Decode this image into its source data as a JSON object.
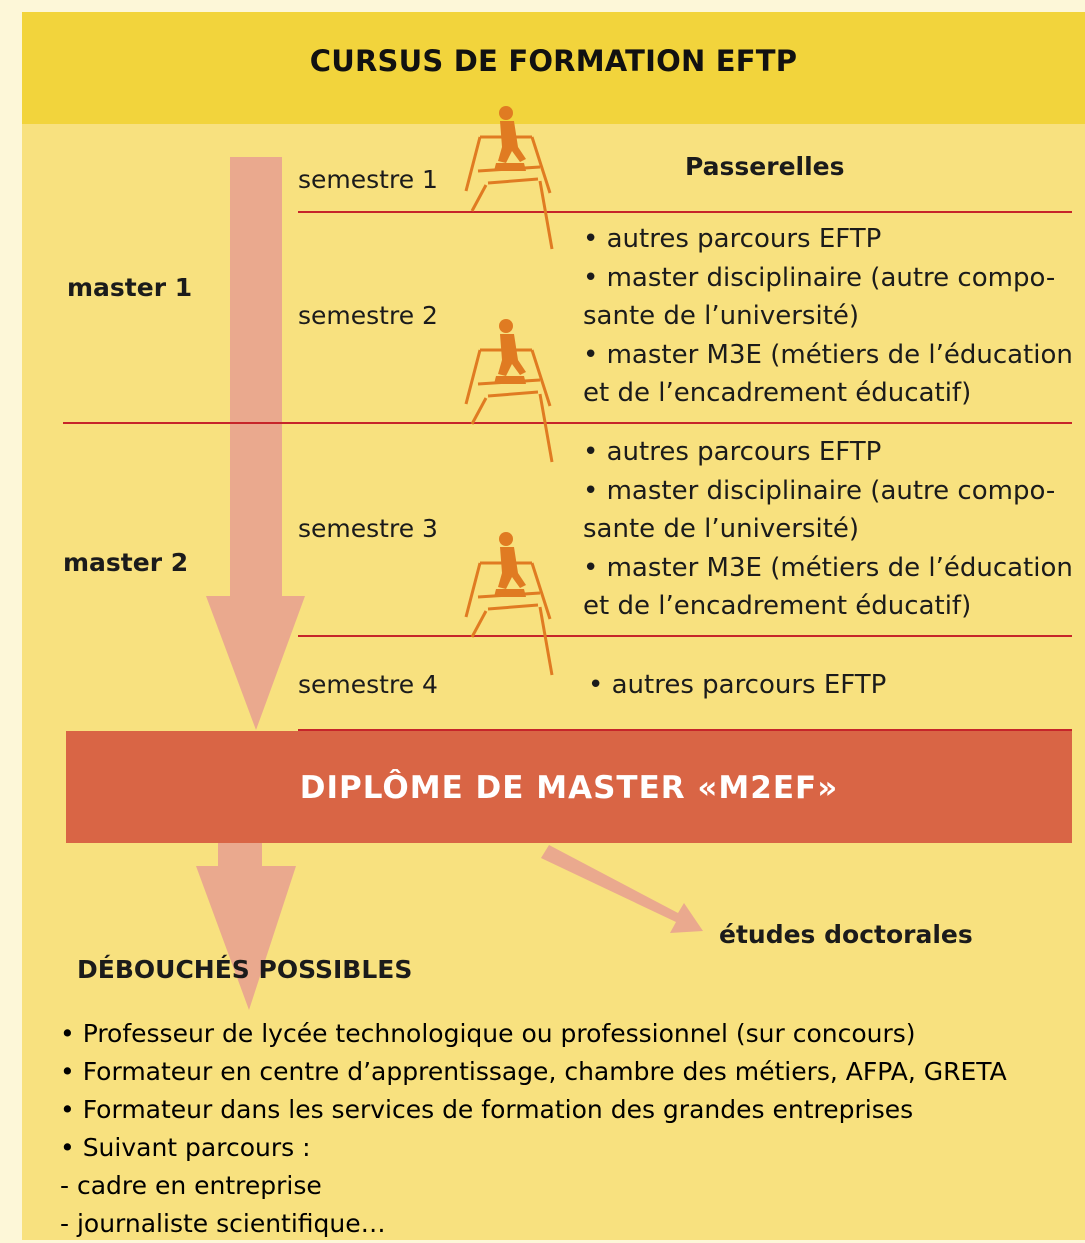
{
  "header": {
    "title": "CURSUS DE FORMATION EFTP"
  },
  "levels": {
    "master1": "master 1",
    "master2": "master 2"
  },
  "semesters": [
    "semestre 1",
    "semestre 2",
    "semestre 3",
    "semestre 4"
  ],
  "passerelles": {
    "title": "Passerelles",
    "block1": [
      "• autres parcours EFTP",
      "• master disciplinaire (autre compo-",
      "sante de l’université)",
      "• master M3E (métiers de l’éducation",
      "et de l’encadrement éducatif)"
    ],
    "block2": [
      "• autres parcours EFTP",
      "• master disciplinaire (autre compo-",
      "sante de l’université)",
      "• master M3E (métiers de l’éducation",
      "et de l’encadrement éducatif)"
    ],
    "block3": "• autres parcours EFTP"
  },
  "diploma": {
    "label": "DIPLÔME DE MASTER «M2EF»"
  },
  "doctoral": {
    "label": "études doctorales"
  },
  "debouches": {
    "title": "DÉBOUCHÉS POSSIBLES",
    "items": [
      "• Professeur de lycée technologique ou professionnel (sur concours)",
      "• Formateur en centre d’apprentissage, chambre des métiers, AFPA, GRETA",
      "• Formateur dans les services de formation des grandes entreprises",
      "• Suivant parcours :",
      " - cadre en entreprise",
      " - journaliste scientifique…"
    ]
  },
  "colors": {
    "background": "#f8e17f",
    "header": "#f2d43c",
    "diploma": "#d96545",
    "arrow": "#eaa98e",
    "rule": "#c6252a",
    "walker": "#e07b22"
  },
  "icons": [
    "walker-on-bridge-icon"
  ]
}
